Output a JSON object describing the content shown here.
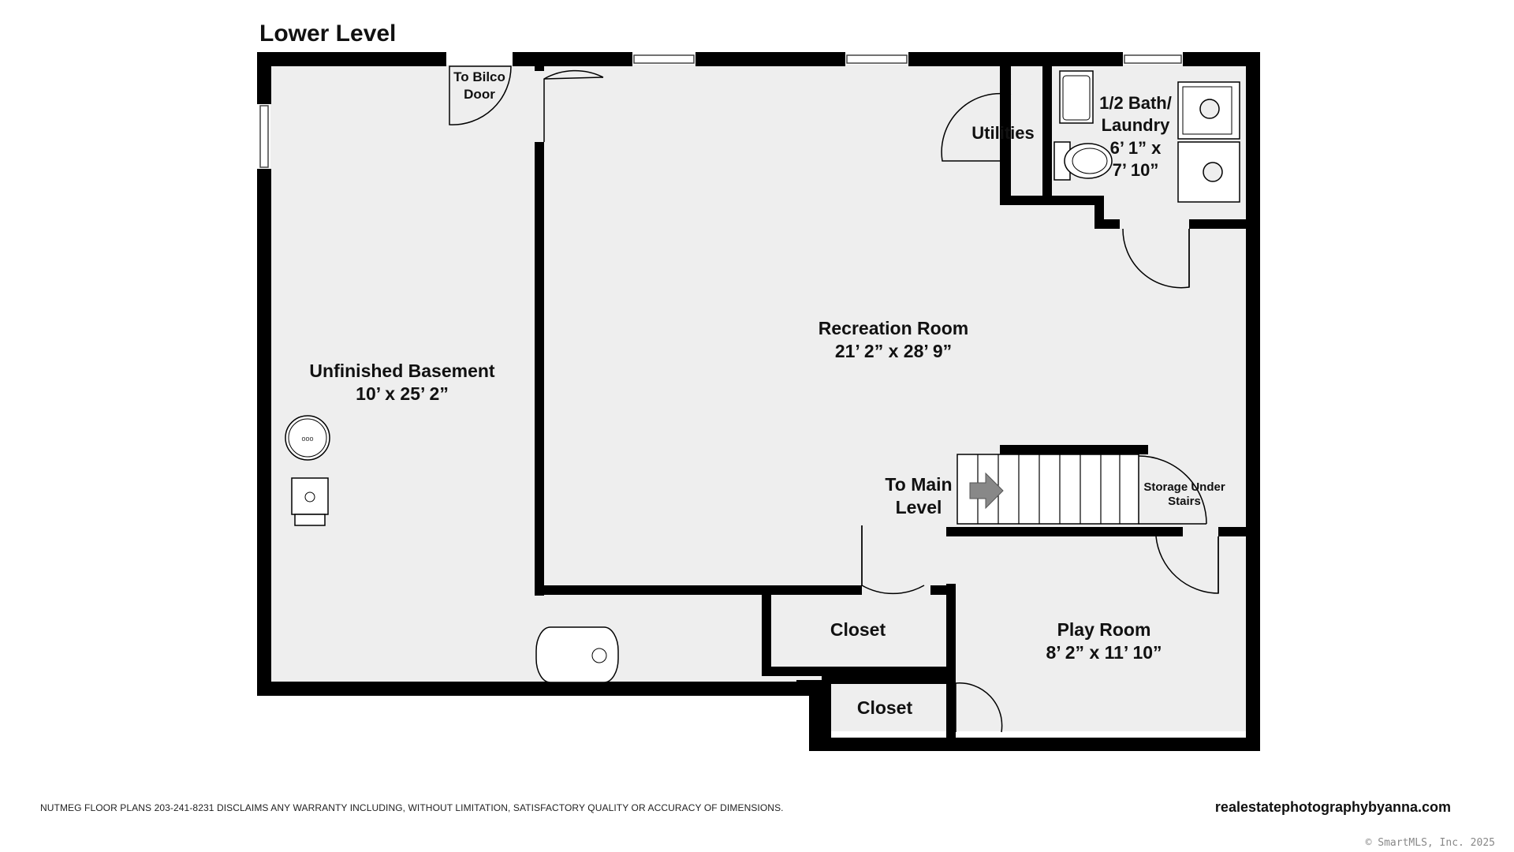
{
  "title": "Lower Level",
  "rooms": {
    "unfinished_basement": {
      "name": "Unfinished Basement",
      "dims": "10’ x 25’ 2”"
    },
    "recreation_room": {
      "name": "Recreation Room",
      "dims": "21’ 2” x 28’ 9”"
    },
    "half_bath": {
      "name_line1": "1/2 Bath/",
      "name_line2": "Laundry",
      "dims_line1": "6’ 1” x",
      "dims_line2": "7’ 10”"
    },
    "play_room": {
      "name": "Play Room",
      "dims": "8’ 2” x 11’ 10”"
    },
    "utilities": {
      "name": "Utilities"
    },
    "closet_upper": {
      "name": "Closet"
    },
    "closet_lower": {
      "name": "Closet"
    }
  },
  "labels": {
    "bilco_line1": "To Bilco",
    "bilco_line2": "Door",
    "to_main_line1": "To Main",
    "to_main_line2": "Level",
    "storage_line1": "Storage Under",
    "storage_line2": "Stairs",
    "water_heater": "ooo"
  },
  "footer": {
    "disclaimer": "NUTMEG FLOOR PLANS 203-241-8231 DISCLAIMS ANY WARRANTY INCLUDING, WITHOUT LIMITATION, SATISFACTORY QUALITY OR ACCURACY OF DIMENSIONS.",
    "website": "realestatephotographybyanna.com",
    "copyright": "© SmartMLS, Inc. 2025"
  },
  "colors": {
    "wall": "#000000",
    "floor": "#eeeeee",
    "fixture": "#ffffff",
    "arrow": "#888888"
  }
}
